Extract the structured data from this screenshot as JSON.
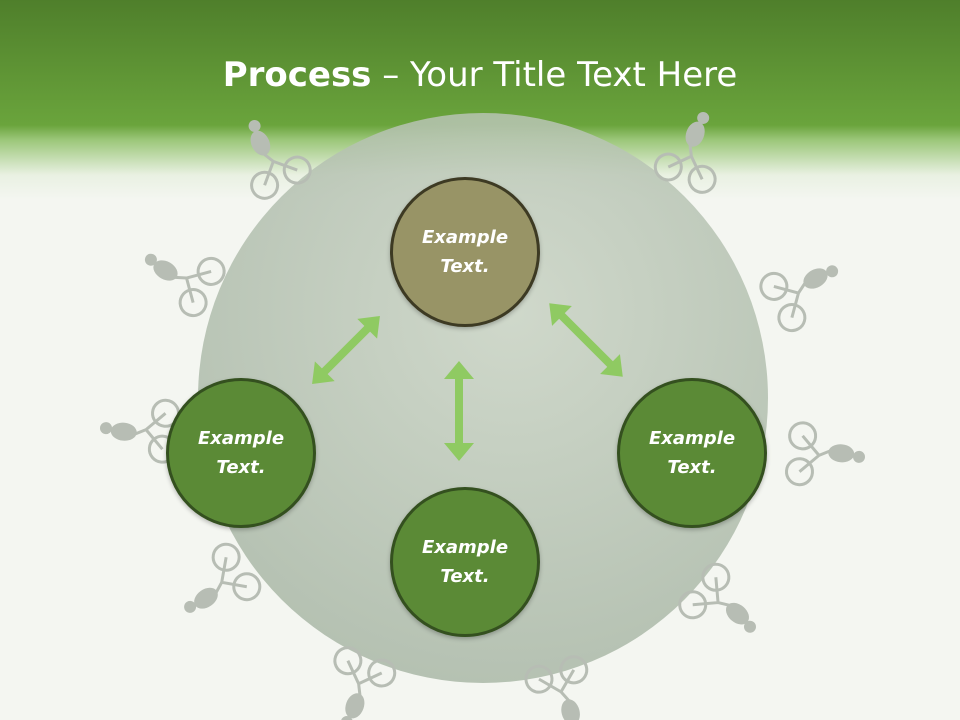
{
  "slide": {
    "title_bold": "Process",
    "title_rest": " – Your Title Text Here"
  },
  "nodes": {
    "top": "Example Text.",
    "left": "Example Text.",
    "right": "Example Text.",
    "bottom": "Example Text."
  },
  "colors": {
    "header_green": "#6aa43c",
    "node_green": "#5b8a36",
    "node_olive": "#989466",
    "arrow_green": "#8fca62",
    "globe": "#b6c3b2"
  },
  "icons": [
    "cyclist-silhouette-icon",
    "double-arrow-icon"
  ]
}
